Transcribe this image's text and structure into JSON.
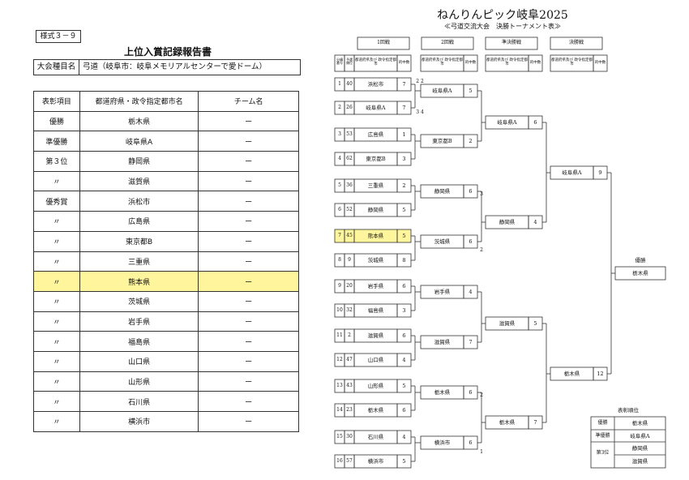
{
  "form": {
    "id": "様式３－９",
    "title": "上位入賞記録報告書",
    "tourn_label": "大会種目名",
    "tourn_value": "弓道（岐阜市：岐阜メモリアルセンターで愛ドーム）",
    "headers": [
      "表彰項目",
      "都道府県・政令指定都市名",
      "チーム名"
    ],
    "rows": [
      {
        "award": "優勝",
        "team": "栃木県",
        "name": "ー"
      },
      {
        "award": "準優勝",
        "team": "岐阜県A",
        "name": "ー"
      },
      {
        "award": "第３位",
        "team": "静岡県",
        "name": "ー"
      },
      {
        "award": "〃",
        "team": "滋賀県",
        "name": "ー"
      },
      {
        "award": "優秀賞",
        "team": "浜松市",
        "name": "ー"
      },
      {
        "award": "〃",
        "team": "広島県",
        "name": "ー"
      },
      {
        "award": "〃",
        "team": "東京都B",
        "name": "ー"
      },
      {
        "award": "〃",
        "team": "三重県",
        "name": "ー"
      },
      {
        "award": "〃",
        "team": "熊本県",
        "name": "ー",
        "highlight": true
      },
      {
        "award": "〃",
        "team": "茨城県",
        "name": "ー"
      },
      {
        "award": "〃",
        "team": "岩手県",
        "name": "ー"
      },
      {
        "award": "〃",
        "team": "福島県",
        "name": "ー"
      },
      {
        "award": "〃",
        "team": "山口県",
        "name": "ー"
      },
      {
        "award": "〃",
        "team": "山形県",
        "name": "ー"
      },
      {
        "award": "〃",
        "team": "石川県",
        "name": "ー"
      },
      {
        "award": "〃",
        "team": "横浜市",
        "name": "ー"
      }
    ]
  },
  "bracket": {
    "title": "ねんりんピック岐阜2025",
    "subtitle": "≪弓道交流大会　決勝トーナメント表≫",
    "round_labels": [
      "1回戦",
      "2回戦",
      "準決勝戦",
      "決勝戦"
    ],
    "col_headers": {
      "a": "分構\n番号",
      "b": "予選\n順位",
      "c": "都道府県及び\n政令指定都市",
      "d": "的中数"
    },
    "r1": [
      {
        "no": "1",
        "rank": "40",
        "team": "浜松市",
        "hits": "7"
      },
      {
        "no": "2",
        "rank": "26",
        "team": "岐阜県A",
        "hits": "7"
      },
      {
        "no": "3",
        "rank": "53",
        "team": "広島県",
        "hits": "1"
      },
      {
        "no": "4",
        "rank": "62",
        "team": "東京都B",
        "hits": "3"
      },
      {
        "no": "5",
        "rank": "36",
        "team": "三重県",
        "hits": "2"
      },
      {
        "no": "6",
        "rank": "52",
        "team": "静岡県",
        "hits": "5"
      },
      {
        "no": "7",
        "rank": "45",
        "team": "熊本県",
        "hits": "5",
        "highlight": true
      },
      {
        "no": "8",
        "rank": "9",
        "team": "茨城県",
        "hits": "8"
      },
      {
        "no": "9",
        "rank": "20",
        "team": "岩手県",
        "hits": "6"
      },
      {
        "no": "10",
        "rank": "32",
        "team": "福島県",
        "hits": "3"
      },
      {
        "no": "11",
        "rank": "2",
        "team": "滋賀県",
        "hits": "6"
      },
      {
        "no": "12",
        "rank": "47",
        "team": "山口県",
        "hits": "4"
      },
      {
        "no": "13",
        "rank": "43",
        "team": "山形県",
        "hits": "5"
      },
      {
        "no": "14",
        "rank": "23",
        "team": "栃木県",
        "hits": "6"
      },
      {
        "no": "15",
        "rank": "30",
        "team": "石川県",
        "hits": "4"
      },
      {
        "no": "16",
        "rank": "57",
        "team": "横浜市",
        "hits": "5"
      }
    ],
    "r2": [
      {
        "team": "岐阜県A",
        "hits": "5"
      },
      {
        "team": "東京都B",
        "hits": "2"
      },
      {
        "team": "静岡県",
        "hits": "6"
      },
      {
        "team": "茨城県",
        "hits": "6"
      },
      {
        "team": "岩手県",
        "hits": "4"
      },
      {
        "team": "滋賀県",
        "hits": "7"
      },
      {
        "team": "栃木県",
        "hits": "6"
      },
      {
        "team": "横浜市",
        "hits": "6"
      }
    ],
    "sf": [
      {
        "team": "岐阜県A",
        "hits": "6"
      },
      {
        "team": "静岡県",
        "hits": "4"
      },
      {
        "team": "滋賀県",
        "hits": "5"
      },
      {
        "team": "栃木県",
        "hits": "7"
      }
    ],
    "final": [
      {
        "team": "岐阜県A",
        "hits": "9"
      },
      {
        "team": "栃木県",
        "hits": "12"
      }
    ],
    "winner_label": "優勝",
    "winner": "栃木県",
    "shootoffs": {
      "a": "2 2",
      "b": "3 4",
      "c": "3",
      "d": "2",
      "e": "2",
      "f": "1"
    },
    "awards_title": "表彰順位",
    "awards": [
      {
        "label": "優勝",
        "team": "栃木県"
      },
      {
        "label": "準優勝",
        "team": "岐阜県A"
      },
      {
        "label": "第3位",
        "team": "静岡県"
      },
      {
        "label": "",
        "team": "滋賀県"
      }
    ]
  }
}
